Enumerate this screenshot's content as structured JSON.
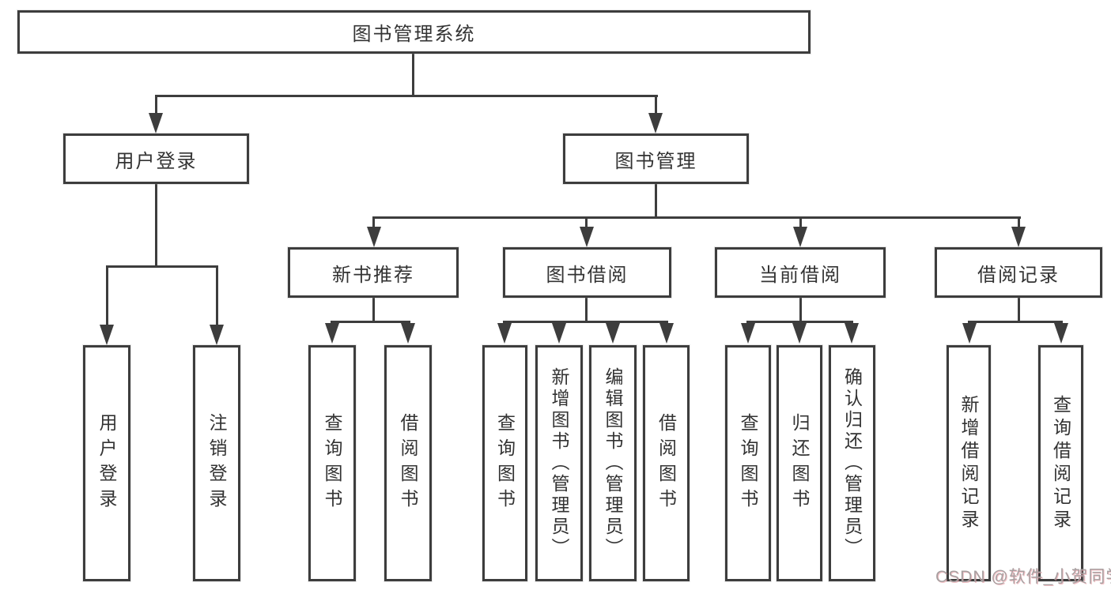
{
  "colors": {
    "line": "#3d3d3d",
    "text": "#333333",
    "watermark": "#a8a0a1",
    "background": "#ffffff"
  },
  "watermark": "CSDN @软件_小贺同学",
  "nodes": {
    "root": "图书管理系统",
    "user_login": "用户登录",
    "book_mgmt": "图书管理",
    "new_book_rec": "新书推荐",
    "book_borrow": "图书借阅",
    "current_borrow": "当前借阅",
    "borrow_record": "借阅记录",
    "leaf_user_login": "用户登录",
    "leaf_logout": "注销登录",
    "leaf_rec_query": "查询图书",
    "leaf_rec_borrow": "借阅图书",
    "leaf_bb_query": "查询图书",
    "leaf_bb_add": "新增图书（管理员）",
    "leaf_bb_edit": "编辑图书（管理员）",
    "leaf_bb_borrow": "借阅图书",
    "leaf_cb_query": "查询图书",
    "leaf_cb_return": "归还图书",
    "leaf_cb_confirm": "确认归还（管理员）",
    "leaf_br_add": "新增借阅记录",
    "leaf_br_query": "查询借阅记录"
  },
  "hierarchy": {
    "root": "图书管理系统",
    "children": [
      {
        "label": "用户登录",
        "children": [
          "用户登录",
          "注销登录"
        ]
      },
      {
        "label": "图书管理",
        "children": [
          {
            "label": "新书推荐",
            "children": [
              "查询图书",
              "借阅图书"
            ]
          },
          {
            "label": "图书借阅",
            "children": [
              "查询图书",
              "新增图书（管理员）",
              "编辑图书（管理员）",
              "借阅图书"
            ]
          },
          {
            "label": "当前借阅",
            "children": [
              "查询图书",
              "归还图书",
              "确认归还（管理员）"
            ]
          },
          {
            "label": "借阅记录",
            "children": [
              "新增借阅记录",
              "查询借阅记录"
            ]
          }
        ]
      }
    ]
  }
}
